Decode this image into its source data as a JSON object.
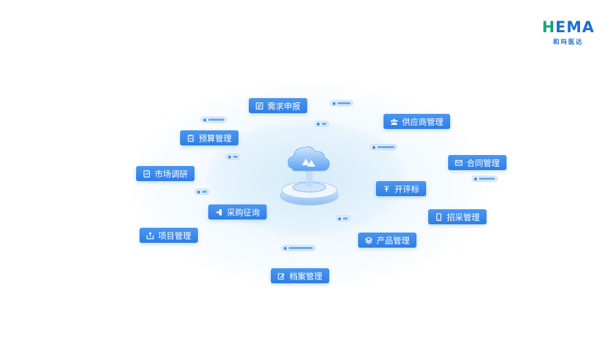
{
  "logo": {
    "brand": "HEMA",
    "brand_accent": "H",
    "brand_rest": "EMA",
    "subtitle": "和玛医达"
  },
  "colors": {
    "chip": "#2f7ee6",
    "brand": "#1d6fd8",
    "accent": "#1aa37a"
  },
  "modules": [
    {
      "label": "需求申报",
      "icon": "form-icon"
    },
    {
      "label": "供应商管理",
      "icon": "people-icon"
    },
    {
      "label": "预算管理",
      "icon": "clipboard-icon"
    },
    {
      "label": "合同管理",
      "icon": "envelope-icon"
    },
    {
      "label": "市场调研",
      "icon": "report-icon"
    },
    {
      "label": "开评标",
      "icon": "upload-icon"
    },
    {
      "label": "采购征询",
      "icon": "exit-icon"
    },
    {
      "label": "招采管理",
      "icon": "phone-icon"
    },
    {
      "label": "项目管理",
      "icon": "export-icon"
    },
    {
      "label": "产品管理",
      "icon": "layers-icon"
    },
    {
      "label": "档案管理",
      "icon": "edit-icon"
    }
  ]
}
